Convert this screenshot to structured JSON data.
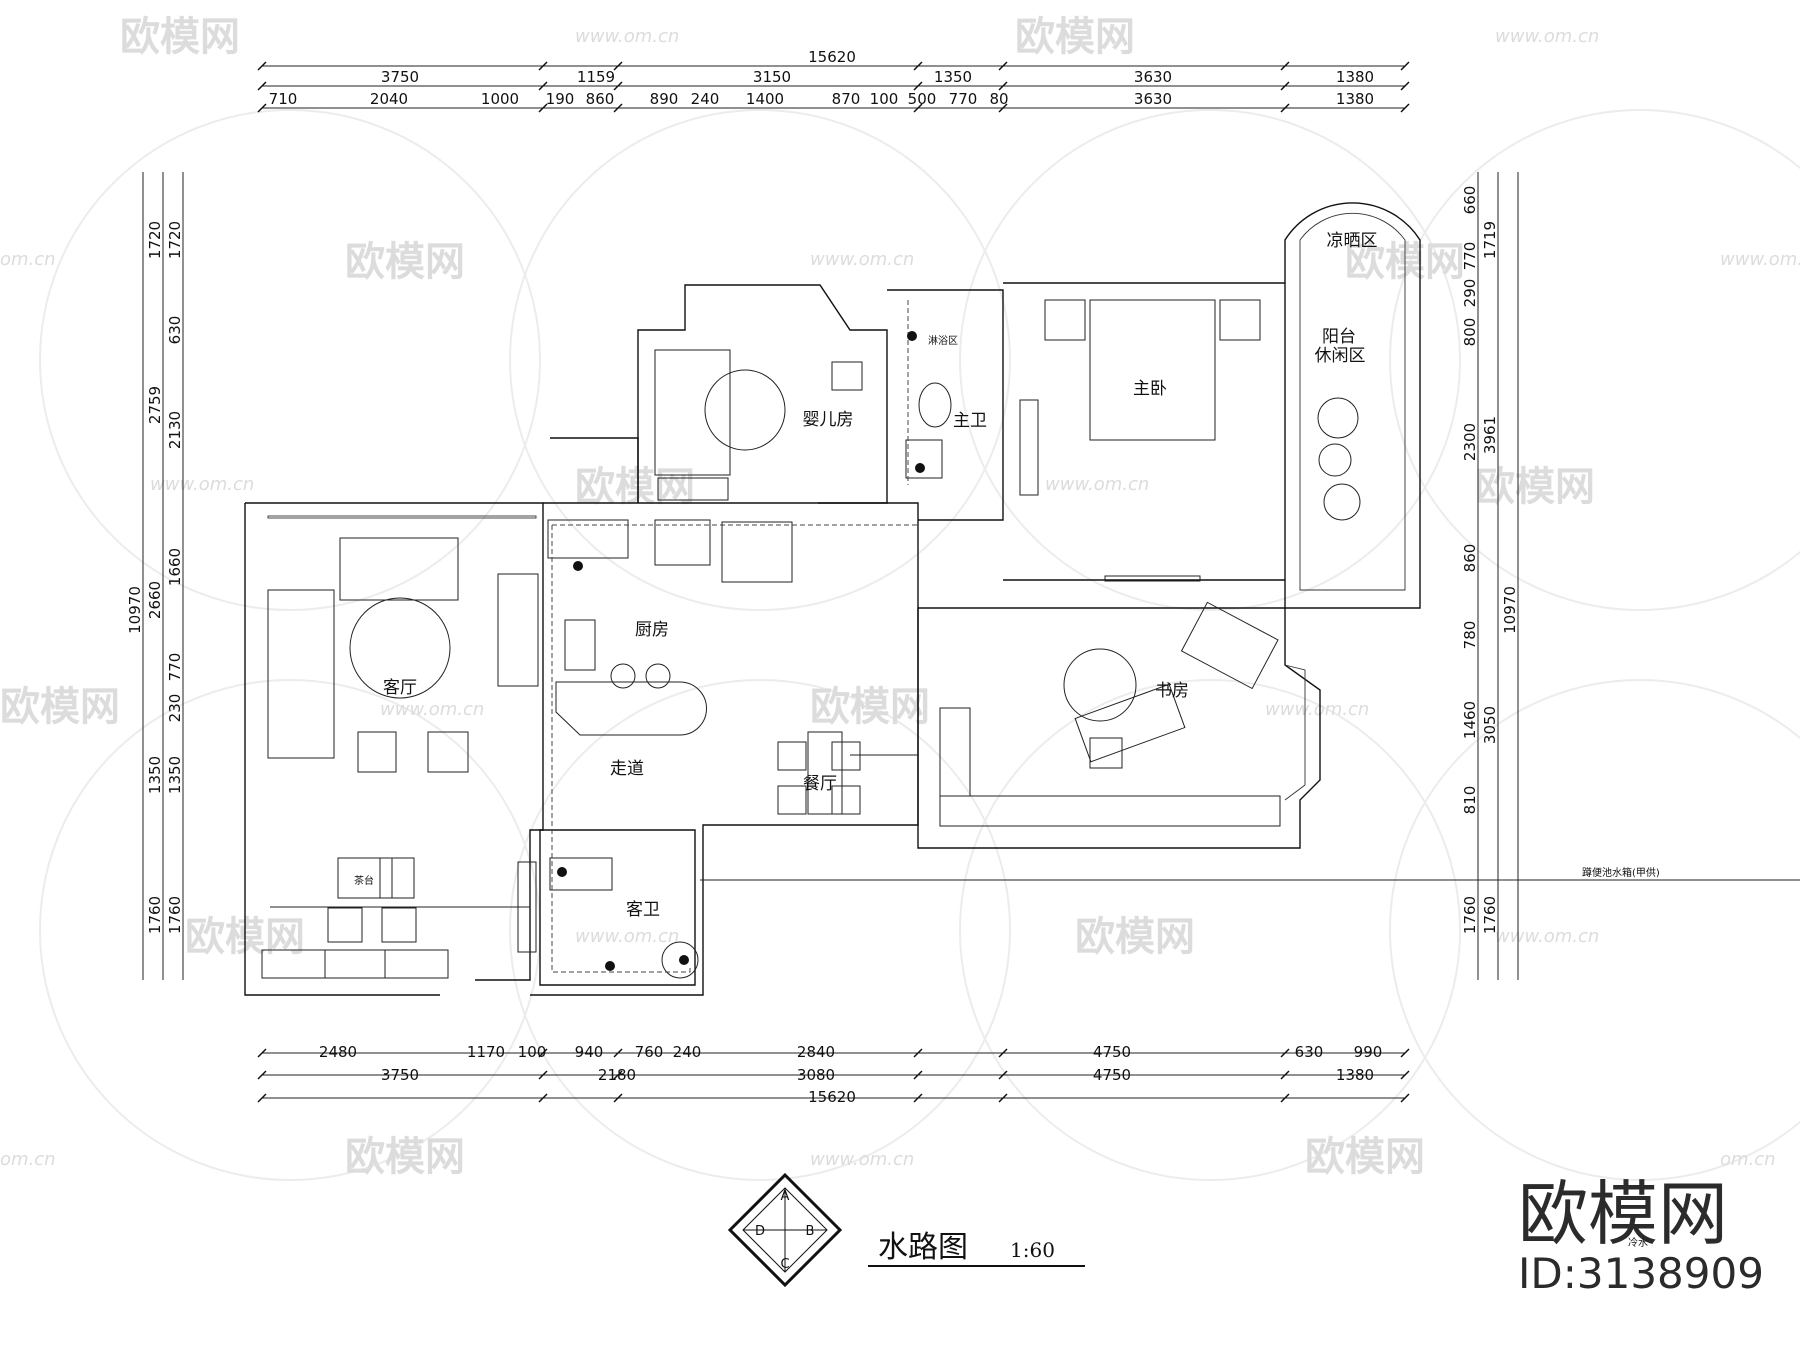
{
  "watermark": {
    "brand": "欧模网",
    "url": "www.om.cn",
    "url_fragment": "om.cn",
    "corner_brand": "欧模网",
    "corner_id": "ID:3138909"
  },
  "drawing": {
    "title": "水路图",
    "scale": "1:60",
    "compass": {
      "top": "A",
      "right": "B",
      "bottom": "C",
      "left": "D"
    },
    "legend_text": "冷水"
  },
  "rooms": {
    "living_room": "客厅",
    "tea_table": "茶台",
    "kitchen": "厨房",
    "corridor": "走道",
    "dining": "餐厅",
    "guest_bath": "客卫",
    "nursery": "婴儿房",
    "master_bath": "主卫",
    "shower_zone": "淋浴区",
    "master_bedroom": "主卧",
    "drying_zone": "凉晒区",
    "balcony_line1": "阳台",
    "balcony_line2": "休闲区",
    "study": "书房",
    "toilet_tank_note": "蹲便池水箱(甲供)"
  },
  "dimensions": {
    "top_total": "15620",
    "top_row1": [
      "3750",
      "1159",
      "3150",
      "1350",
      "3630",
      "1380"
    ],
    "top_row2": [
      "710",
      "2040",
      "1000",
      "190",
      "860",
      "890",
      "240",
      "1400",
      "870",
      "100",
      "500",
      "770",
      "80",
      "3630",
      "1380"
    ],
    "bottom_total": "15620",
    "bottom_row1": [
      "2480",
      "1170",
      "100",
      "940",
      "760",
      "240",
      "2840",
      "4750",
      "630",
      "990"
    ],
    "bottom_row2": [
      "3750",
      "2180",
      "3080",
      "4750",
      "1380"
    ],
    "left_total": "10970",
    "left_outer": [
      "1720",
      "2759",
      "2660",
      "1350",
      "1760"
    ],
    "left_inner": [
      "1720",
      "630",
      "2130",
      "1660",
      "770",
      "230",
      "1350",
      "1760"
    ],
    "right_total": "10970",
    "right_outer": [
      "1719",
      "3961",
      "3050",
      "1760"
    ],
    "right_inner": [
      "660",
      "770",
      "290",
      "800",
      "2300",
      "860",
      "780",
      "1460",
      "810",
      "1760"
    ]
  }
}
